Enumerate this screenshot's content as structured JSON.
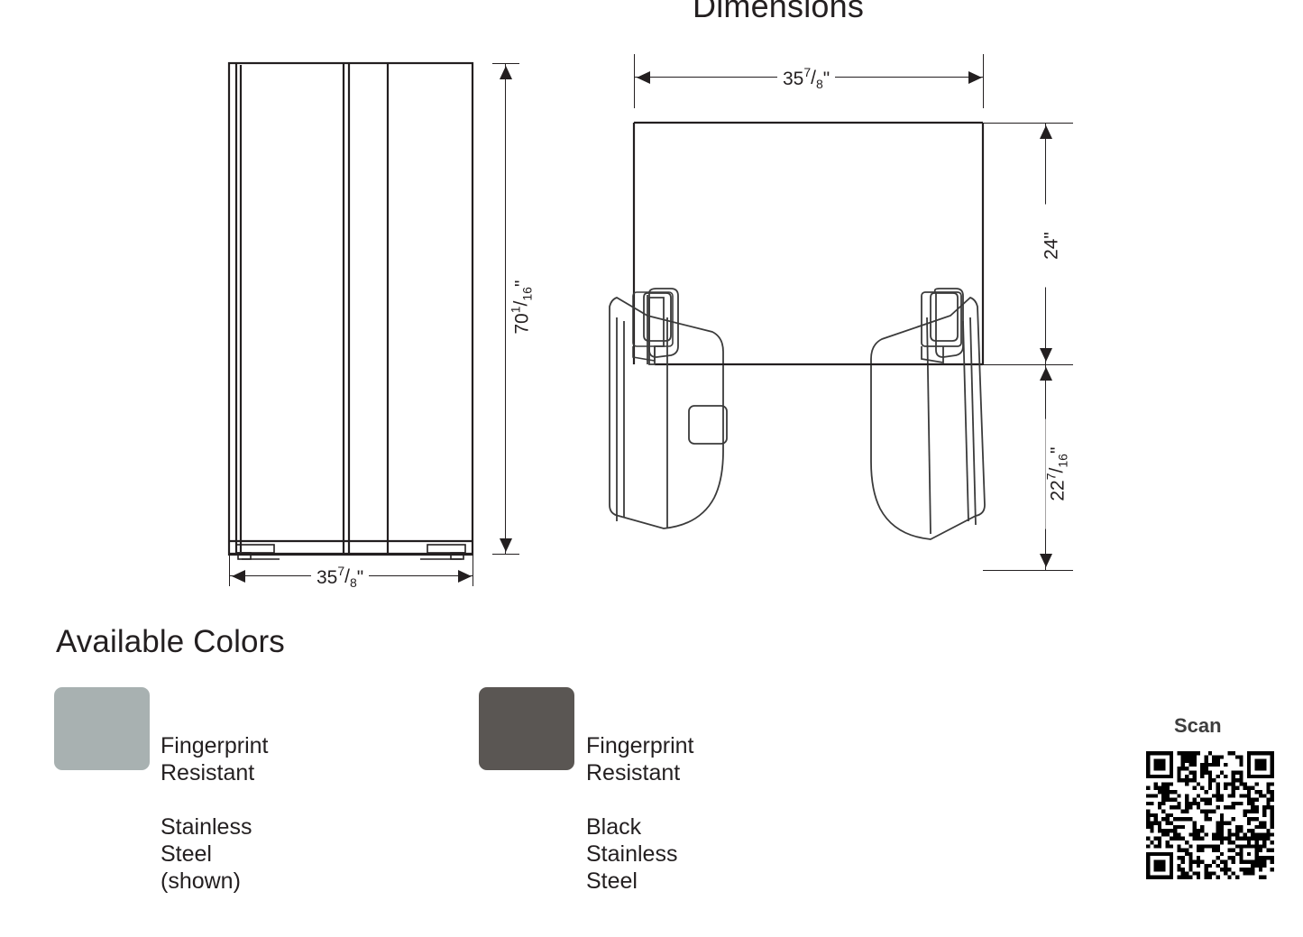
{
  "headings": {
    "left_view_title": "",
    "dimensions_title": "Dimensions",
    "available_colors_title": "Available Colors"
  },
  "front_view": {
    "name": "side-by-side refrigerator front view",
    "height_label": "70 1/16\"",
    "height_value": "70",
    "height_frac_num": "1",
    "height_frac_den": "16",
    "width_label": "35 7/8\"",
    "width_value": "35",
    "width_frac_num": "7",
    "width_frac_den": "8"
  },
  "top_view": {
    "name": "refrigerator top view with doors open",
    "width_label": "35 7/8\"",
    "width_value": "35",
    "width_frac_num": "7",
    "width_frac_den": "8",
    "depth_body_label": "24\"",
    "depth_body_value": "24",
    "depth_door_label": "22 7/16\"",
    "depth_door_value": "22",
    "depth_door_frac_num": "7",
    "depth_door_frac_den": "16"
  },
  "colors": [
    {
      "label": "Fingerprint Resistant\nStainless Steel (shown)",
      "line1": "Fingerprint Resistant",
      "line2": "Stainless Steel (shown)",
      "hex": "#a8b1b1"
    },
    {
      "label": "Fingerprint Resistant\nBlack Stainless Steel",
      "line1": "Fingerprint Resistant",
      "line2": "Black Stainless Steel",
      "hex": "#5a5653"
    }
  ],
  "scan": {
    "label": "Scan",
    "icon": "qr-code-icon"
  },
  "units": {
    "inch_mark": "\""
  }
}
